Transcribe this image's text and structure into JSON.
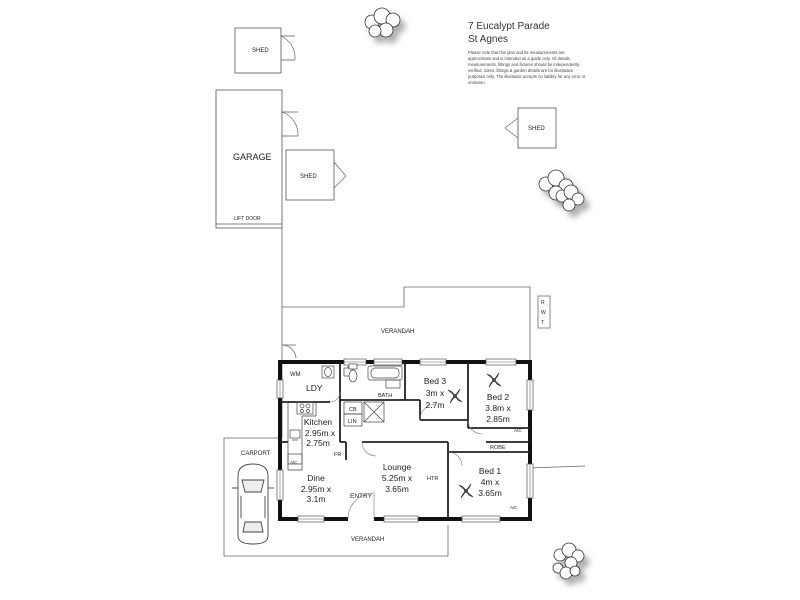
{
  "address": {
    "line1": "7 Eucalypt Parade",
    "line2": "St Agnes"
  },
  "disclaimer": "Please note that this plan and its measurements are approximate and is intended as a guide only. All details, measurements, fittings and fixtures should be independently verified. Sizes, fittings & garden details are for illustration purposes only. The illustrator accepts no liability for any error or omission.",
  "labels": {
    "shed_top": "SHED",
    "shed_middle": "SHED",
    "shed_right": "SHED",
    "garage": "GARAGE",
    "lift_door": "LIFT DOOR",
    "verandah_top": "VERANDAH",
    "verandah_bottom": "VERANDAH",
    "rwt": [
      "R",
      "W",
      "T"
    ],
    "carport": "CARPORT",
    "wm": "WM",
    "ldy": "LDY",
    "bath": "BATH",
    "cb": "CB",
    "lin": "LIN",
    "fr": "FR",
    "ac_kitchen": "A/C",
    "ac_bed2": "A/C",
    "ac_bed1": "A/C",
    "robe": "ROBE",
    "htr": "HTR",
    "entry": "ENTRY"
  },
  "rooms": {
    "bed3": [
      "Bed 3",
      "3m x",
      "2.7m"
    ],
    "bed2": [
      "Bed 2",
      "3.8m x",
      "2.85m"
    ],
    "kitchen": [
      "Kitchen",
      "2.95m x",
      "2.75m"
    ],
    "dine": [
      "Dine",
      "2.95m x",
      "3.1m"
    ],
    "lounge": [
      "Lounge",
      "5.25m x",
      "3.65m"
    ],
    "bed1": [
      "Bed 1",
      "4m x",
      "3.65m"
    ]
  }
}
